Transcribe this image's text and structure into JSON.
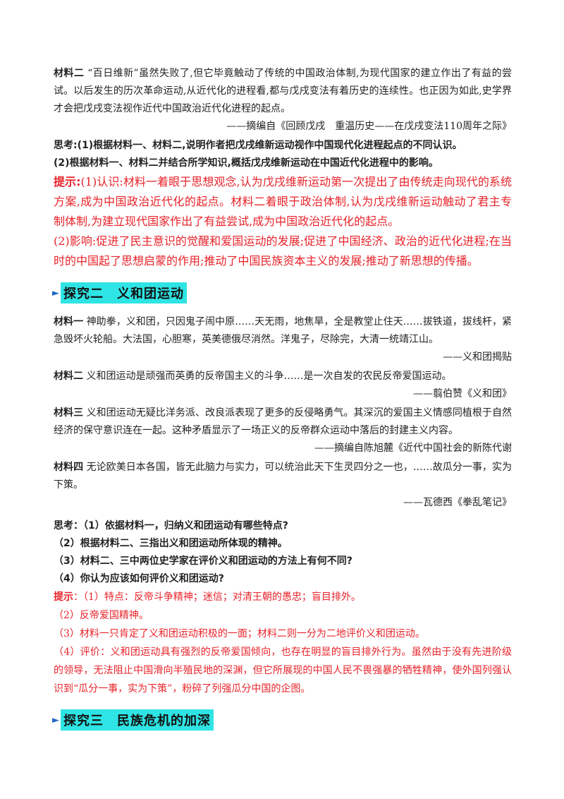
{
  "mat2_a": {
    "label": "材料二",
    "text": " “百日维新”虽然失败了,但它毕竟触动了传统的中国政治体制,为现代国家的建立作出了有益的尝试。以后发生的历次革命运动,从近代化的进程看,都与戊戌变法有着历史的连续性。也正因为如此,史学界才会把戊戌变法视作近代中国政治近代化进程的起点。",
    "source": "——摘编自《回顾戊戌　重温历史——在戊戌变法110周年之际》"
  },
  "think_a": {
    "q1": "思考:(1)根据材料一、材料二,说明作者把戊戌维新运动视作中国现代化进程起点的不同认识。",
    "q2": "(2)根据材料一、材料二并结合所学知识,概括戊戌维新运动在中国近代化进程中的影响。"
  },
  "hint_a": {
    "label": "提示:",
    "p1": "(1)认识:材料一着眼于思想观念,认为戊戌维新运动第一次提出了由传统走向现代的系统方案,成为中国政治近代化的起点。材料二着眼于政治体制,认为戊戌维新运动触动了君主专制体制,为建立现代国家作出了有益尝试,成为中国政治近代化的起点。",
    "p2": "(2)影响:促进了民主意识的觉醒和爱国运动的发展;促进了中国经济、政治的近代化进程;在当时的中国起了思想启蒙的作用;推动了中国民族资本主义的发展;推动了新思想的传播。"
  },
  "section2": {
    "arrow": "►",
    "title": "探究二　义和团运动"
  },
  "materials": [
    {
      "label": "材料一",
      "text": " 神助拳，义和团，只因鬼子闹中原……天无雨，地焦旱，全是教堂止住天……拔铁道，拔线杆，紧急毁坏火轮船。大法国，心胆寒，英美德俄尽消然。洋鬼子，尽除完，大清一统靖江山。",
      "source": "——义和团揭贴"
    },
    {
      "label": "材料二",
      "text": " 义和团运动是顽强而英勇的反帝国主义的斗争……是一次自发的农民反帝爱国运动。",
      "source": "——翦伯赞《义和团》"
    },
    {
      "label": "材料三",
      "text": " 义和团运动无疑比洋务派、改良派表现了更多的反侵略勇气。其深沉的爱国主义情感同植根于自然经济的保守意识连在一起。这种矛盾显示了一场正义的反帝群众运动中落后的封建主义内容。",
      "source": "——摘编自陈旭麓《近代中国社会的新陈代谢"
    },
    {
      "label": "材料四",
      "text": " 无论欧美日本各国，皆无此脑力与实力，可以统治此天下生灵四分之一也，……故瓜分一事，实为下策。",
      "source": "——瓦德西《拳乱笔记》"
    }
  ],
  "think_b": {
    "q1": "思考：（1）依据材料一，归纳义和团运动有哪些特点?",
    "q2": "（2）根据材料二、三指出义和团运动所体现的精神。",
    "q3": "（3）材料二、三中两位史学家在评价义和团运动的方法上有何不同?",
    "q4": "（4）你认为应该如何评价义和团运动?"
  },
  "hint_b": {
    "label": "提示",
    "p1": "：（1）特点：反帝斗争精神；迷信；对清王朝的愚忠；盲目排外。",
    "p2": "（2）反帝爱国精神。",
    "p3": "（3）材料一只肯定了义和团运动积极的一面；材料二则一分为二地评价义和团运动。",
    "p4": "（4）评价：义和团运动具有强烈的反帝爱国倾向，也存在明显的盲目排外行为。虽然由于没有先进阶级的领导，无法阻止中国滑向半殖民地的深渊，但它所展现的中国人民不畏强暴的牺牲精神，使外国列强认识到“瓜分一事，实为下策”，粉碎了列强瓜分中国的企图。"
  },
  "section3": {
    "arrow": "►",
    "title": "探究三　民族危机的加深"
  }
}
